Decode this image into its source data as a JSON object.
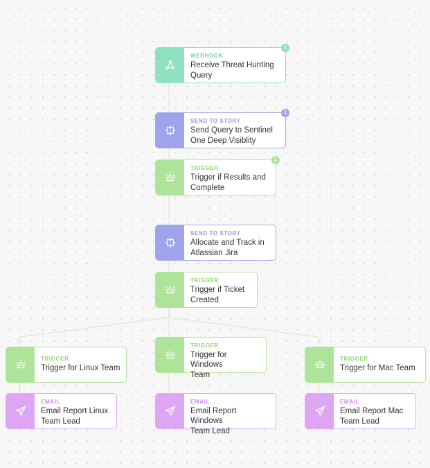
{
  "nodes": [
    {
      "id": "n1",
      "kind": "webhook",
      "icon": "webhook-icon",
      "type": "WEBHOOK",
      "lines": [
        "Receive Threat Hunting",
        "Query"
      ],
      "badge": "1"
    },
    {
      "id": "n2",
      "kind": "send",
      "icon": "send-to-story-icon",
      "type": "SEND TO STORY",
      "lines": [
        "Send Query to Sentinel",
        "One Deep Visiblity"
      ],
      "badge": "1"
    },
    {
      "id": "n3",
      "kind": "trigger",
      "icon": "trigger-icon",
      "type": "TRIGGER",
      "lines": [
        "Trigger if Results and",
        "Complete"
      ],
      "badge": "1"
    },
    {
      "id": "n4",
      "kind": "send",
      "icon": "send-to-story-icon",
      "type": "SEND TO STORY",
      "lines": [
        "Allocate and Track in",
        "Atlassian Jira"
      ],
      "badge": ""
    },
    {
      "id": "n5",
      "kind": "trigger",
      "icon": "trigger-icon",
      "type": "TRIGGER",
      "lines": [
        "Trigger if Ticket",
        "Created"
      ],
      "badge": ""
    },
    {
      "id": "n6",
      "kind": "trigger",
      "icon": "trigger-icon",
      "type": "TRIGGER",
      "lines": [
        "Trigger for Linux Team"
      ],
      "badge": ""
    },
    {
      "id": "n7",
      "kind": "trigger",
      "icon": "trigger-icon",
      "type": "TRIGGER",
      "lines": [
        "Trigger for Windows",
        "Team"
      ],
      "badge": ""
    },
    {
      "id": "n8",
      "kind": "trigger",
      "icon": "trigger-icon",
      "type": "TRIGGER",
      "lines": [
        "Trigger for Mac Team"
      ],
      "badge": ""
    },
    {
      "id": "n9",
      "kind": "email",
      "icon": "email-icon",
      "type": "EMAIL",
      "lines": [
        "Email Report Linux",
        "Team Lead"
      ],
      "badge": ""
    },
    {
      "id": "n10",
      "kind": "email",
      "icon": "email-icon",
      "type": "EMAIL",
      "lines": [
        "Email Report Windows",
        "Team Lead"
      ],
      "badge": ""
    },
    {
      "id": "n11",
      "kind": "email",
      "icon": "email-icon",
      "type": "EMAIL",
      "lines": [
        "Email Report Mac",
        "Team Lead"
      ],
      "badge": ""
    }
  ],
  "edges": [
    [
      "n1",
      "n2"
    ],
    [
      "n2",
      "n3"
    ],
    [
      "n3",
      "n4"
    ],
    [
      "n4",
      "n5"
    ],
    [
      "n5",
      "n6"
    ],
    [
      "n5",
      "n7"
    ],
    [
      "n5",
      "n8"
    ],
    [
      "n6",
      "n9"
    ],
    [
      "n7",
      "n10"
    ],
    [
      "n8",
      "n11"
    ]
  ],
  "colors": {
    "webhook": "#8fe0c0",
    "send": "#9ea3ea",
    "trigger": "#aee49a",
    "email": "#dea6f2"
  }
}
